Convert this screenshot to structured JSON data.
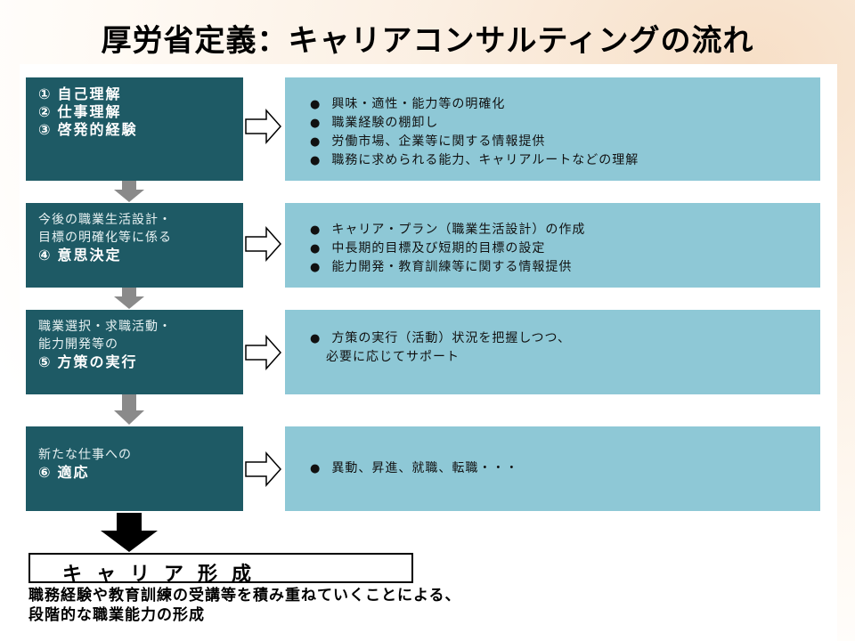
{
  "title": "厚労省定義：キャリアコンサルティングの流れ",
  "stages": [
    {
      "lead_lines": [],
      "steps": [
        {
          "num": "①",
          "label": "自己理解"
        },
        {
          "num": "②",
          "label": "仕事理解"
        },
        {
          "num": "③",
          "label": "啓発的経験"
        }
      ],
      "details": [
        "興味・適性・能力等の明確化",
        "職業経験の棚卸し",
        "労働市場、企業等に関する情報提供",
        "職務に求められる能力、キャリアルートなどの理解"
      ]
    },
    {
      "lead_lines": [
        "今後の職業生活設計・",
        "目標の明確化等に係る"
      ],
      "steps": [
        {
          "num": "④",
          "label": "意思決定"
        }
      ],
      "details": [
        "キャリア・プラン（職業生活設計）の作成",
        "中長期的目標及び短期的目標の設定",
        "能力開発・教育訓練等に関する情報提供"
      ]
    },
    {
      "lead_lines": [
        "職業選択・求職活動・",
        "能力開発等の"
      ],
      "steps": [
        {
          "num": "⑤",
          "label": "方策の実行"
        }
      ],
      "details": [
        "方策の実行（活動）状況を把握しつつ、"
      ],
      "detail_continuation": "必要に応じてサポート"
    },
    {
      "lead_lines": [
        "新たな仕事への"
      ],
      "steps": [
        {
          "num": "⑥",
          "label": "適応"
        }
      ],
      "details": [
        "異動、昇進、就職、転職・・・"
      ]
    }
  ],
  "result": {
    "label": "キャリア形成",
    "description_lines": [
      "職務経験や教育訓練の受講等を積み重ねていくことによる、",
      "段階的な職業能力の形成"
    ]
  }
}
